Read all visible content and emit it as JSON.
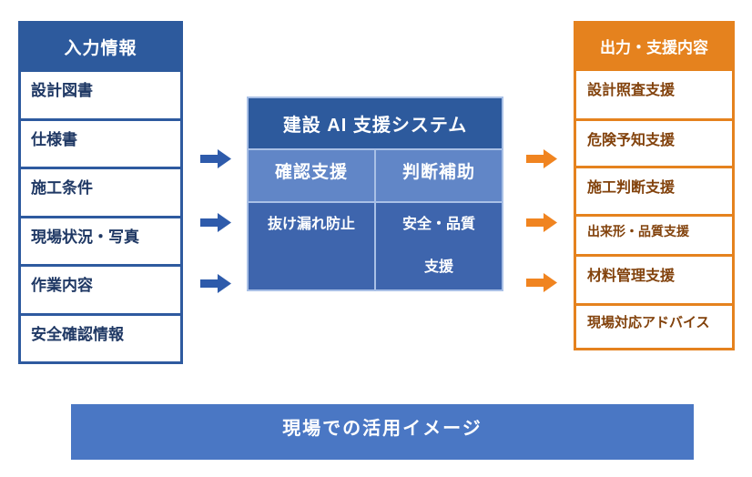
{
  "colors": {
    "dark_blue": "#2d5a9d",
    "sub_blue": "#6186c7",
    "body_blue": "#3e65ad",
    "divider_light_blue": "#a9c0e6",
    "banner_blue": "#4a77c4",
    "arrow_blue": "#2e5bab",
    "navy_text": "#1f3864",
    "orange": "#e5821e",
    "arrow_orange": "#f08420",
    "brown_text": "#82420c"
  },
  "input_panel": {
    "title": "入力情報",
    "items": [
      "設計図書",
      "仕様書",
      "施工条件",
      "現場状況・写真",
      "作業内容",
      "安全確認情報"
    ]
  },
  "system_panel": {
    "title": "建設 AI 支援システム",
    "confirm": {
      "heading": "確認支援",
      "body": "抜け漏れ防止"
    },
    "judgment": {
      "heading": "判断補助",
      "body_line1": "安全・品質",
      "body_line2": "支援"
    }
  },
  "output_panel": {
    "title": "出力・支援内容",
    "items": [
      "設計照査支援",
      "危険予知支援",
      "施工判断支援",
      "出来形・品質支援",
      "材料管理支援",
      "現場対応アドバイス"
    ]
  },
  "banner": {
    "label": "現場での活用イメージ"
  }
}
